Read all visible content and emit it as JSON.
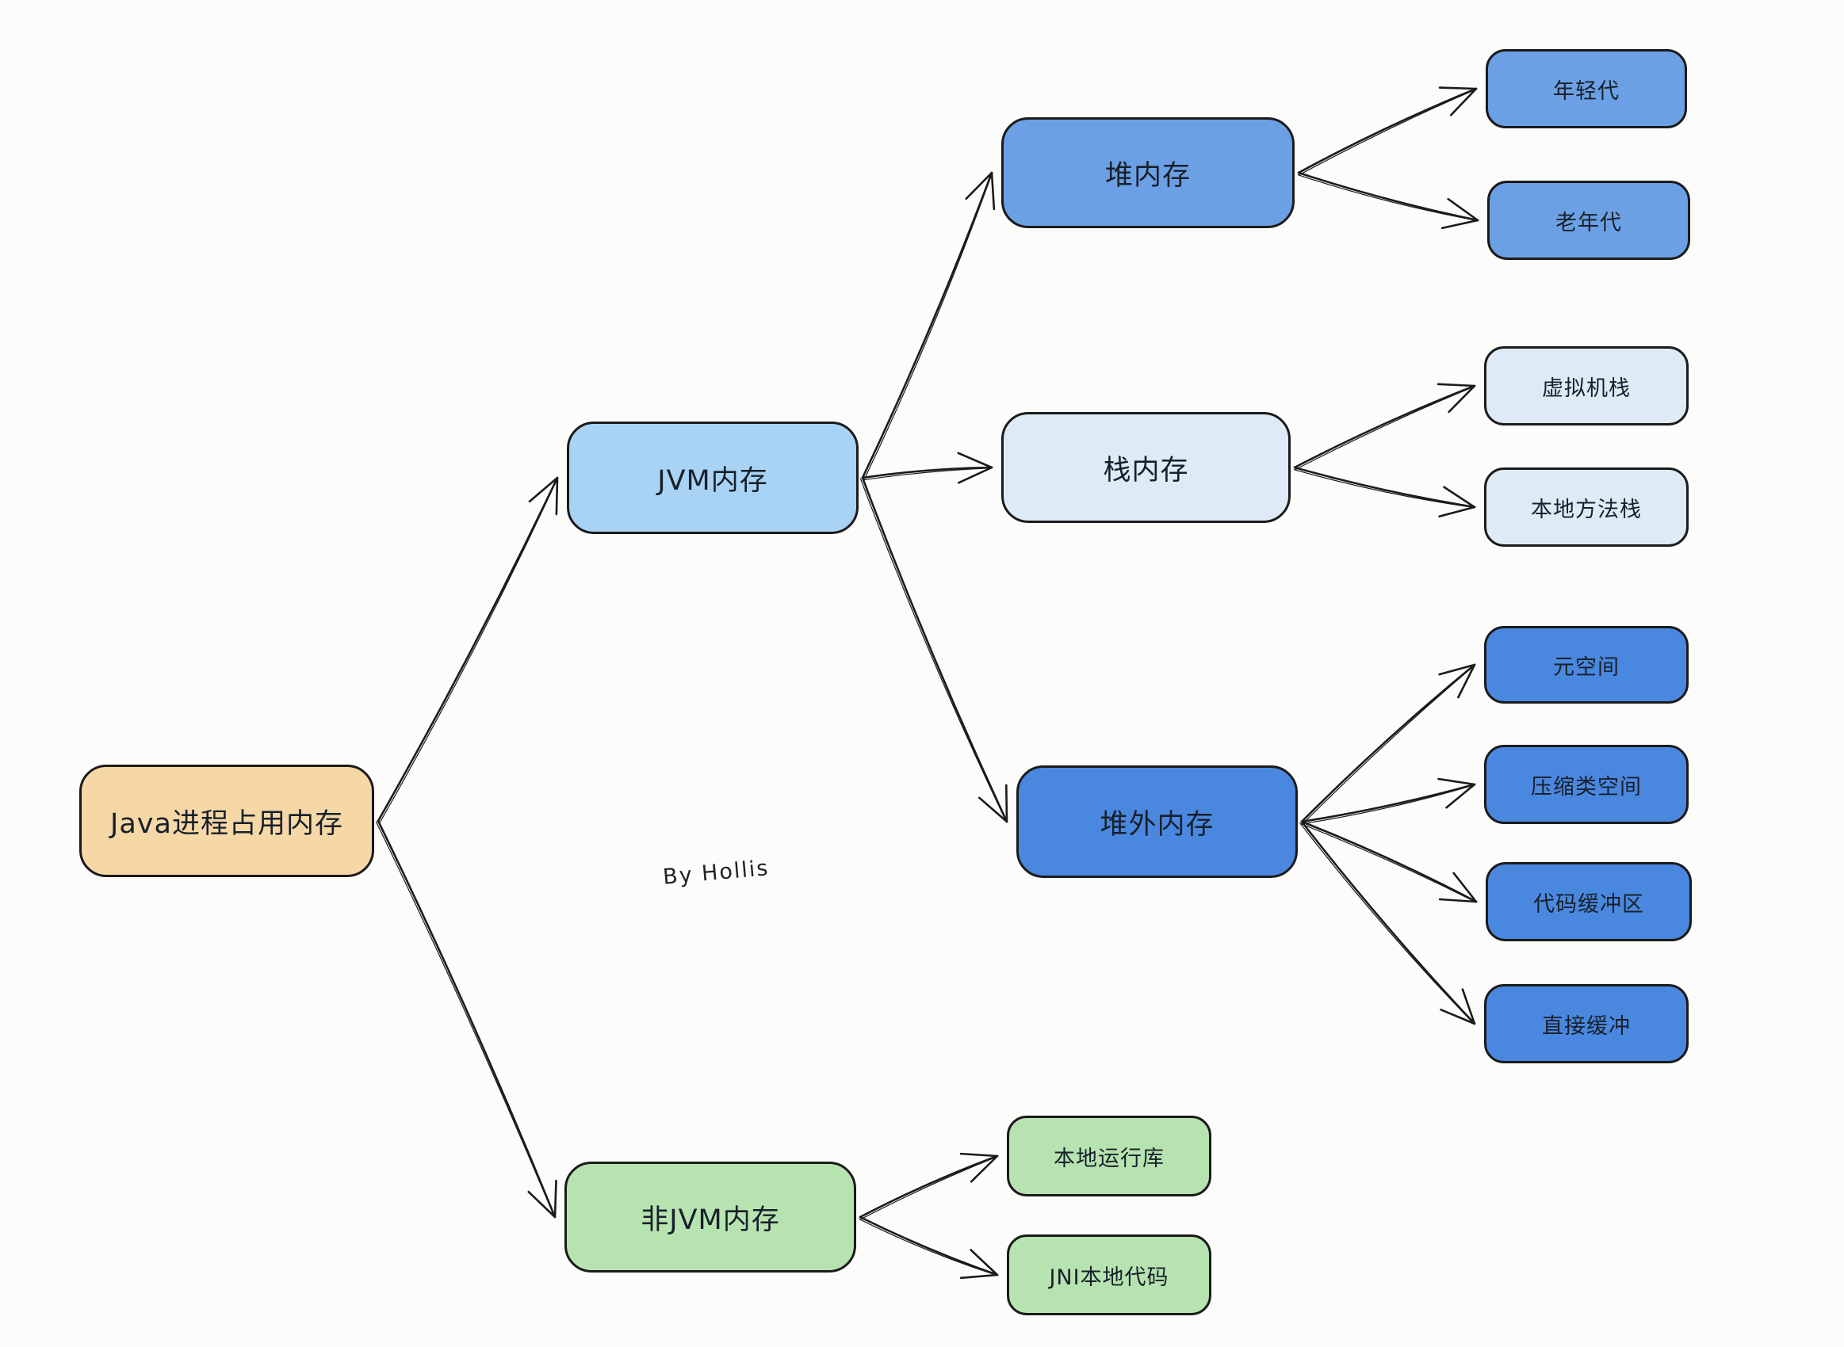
{
  "diagram": {
    "watermark": "By Hollis",
    "colors": {
      "background": "#fcfcfa",
      "stroke": "#1b1b1b",
      "root_tan": "#f6d7a6",
      "light_blue": "#a9d3f5",
      "medium_blue": "#6ca0e5",
      "pale_blue": "#deebf7",
      "strong_blue": "#4a88e0",
      "green": "#b7e3b1"
    },
    "nodes": [
      {
        "id": "root",
        "label": "Java进程占用内存",
        "color": "root_tan"
      },
      {
        "id": "jvm",
        "label": "JVM内存",
        "color": "light_blue"
      },
      {
        "id": "heap",
        "label": "堆内存",
        "color": "medium_blue"
      },
      {
        "id": "stack",
        "label": "栈内存",
        "color": "pale_blue"
      },
      {
        "id": "offheap",
        "label": "堆外内存",
        "color": "strong_blue"
      },
      {
        "id": "young",
        "label": "年轻代",
        "color": "medium_blue"
      },
      {
        "id": "old",
        "label": "老年代",
        "color": "medium_blue"
      },
      {
        "id": "vmstack",
        "label": "虚拟机栈",
        "color": "pale_blue"
      },
      {
        "id": "nativestack",
        "label": "本地方法栈",
        "color": "pale_blue"
      },
      {
        "id": "metaspace",
        "label": "元空间",
        "color": "strong_blue"
      },
      {
        "id": "compressed",
        "label": "压缩类空间",
        "color": "strong_blue"
      },
      {
        "id": "codecache",
        "label": "代码缓冲区",
        "color": "strong_blue"
      },
      {
        "id": "directbuf",
        "label": "直接缓冲",
        "color": "strong_blue"
      },
      {
        "id": "nonjvm",
        "label": "非JVM内存",
        "color": "green"
      },
      {
        "id": "nativelib",
        "label": "本地运行库",
        "color": "green"
      },
      {
        "id": "jnicode",
        "label": "JNI本地代码",
        "color": "green"
      }
    ],
    "edges": [
      [
        "root",
        "jvm"
      ],
      [
        "root",
        "nonjvm"
      ],
      [
        "jvm",
        "heap"
      ],
      [
        "jvm",
        "stack"
      ],
      [
        "jvm",
        "offheap"
      ],
      [
        "heap",
        "young"
      ],
      [
        "heap",
        "old"
      ],
      [
        "stack",
        "vmstack"
      ],
      [
        "stack",
        "nativestack"
      ],
      [
        "offheap",
        "metaspace"
      ],
      [
        "offheap",
        "compressed"
      ],
      [
        "offheap",
        "codecache"
      ],
      [
        "offheap",
        "directbuf"
      ],
      [
        "nonjvm",
        "nativelib"
      ],
      [
        "nonjvm",
        "jnicode"
      ]
    ]
  }
}
